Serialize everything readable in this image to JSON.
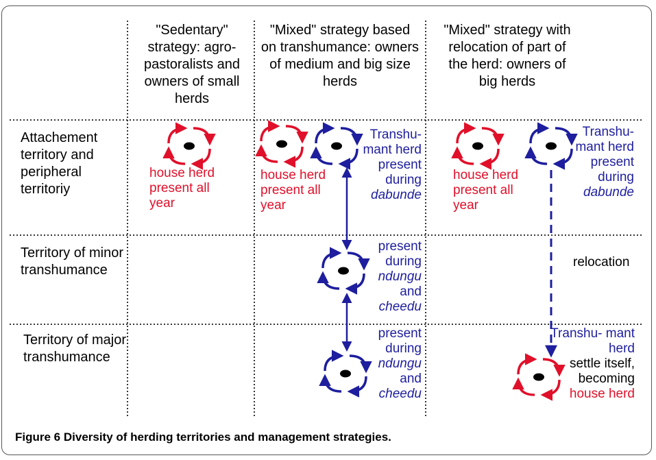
{
  "headers": {
    "col1": "\"Sedentary\" strategy: agro-pastoralists and owners of small herds",
    "col2": "\"Mixed\" strategy based on transhumance: owners of medium and big size herds",
    "col3": "\"Mixed\" strategy with relocation of part of the herd: owners of big herds"
  },
  "row_labels": {
    "r1": "Attachement territory and peripheral territoriy",
    "r2": "Territory of minor transhumance",
    "r3": "Territory of major transhumance"
  },
  "cells": {
    "house_herd": "house herd present all year",
    "c2_r1_blue_a": "Transhu- mant herd present during",
    "c2_r1_blue_b": "dabunde",
    "c2_r2_a": "present during",
    "c2_r2_b": "ndungu",
    "c2_r2_c": "and",
    "c2_r2_d": "cheedu",
    "c3_r1_blue_a": "Transhu- mant herd present during",
    "c3_r1_blue_b": "dabunde",
    "c3_r2": "relocation",
    "c3_r3_blue": "Transhu- mant herd",
    "c3_r3_black": "settle itself, becoming",
    "c3_r3_red": "house herd"
  },
  "caption": {
    "label": "Figure 6",
    "text": "Diversity of herding territories and management strategies."
  },
  "colors": {
    "red": "#e0102a",
    "blue": "#1e1e9e"
  }
}
